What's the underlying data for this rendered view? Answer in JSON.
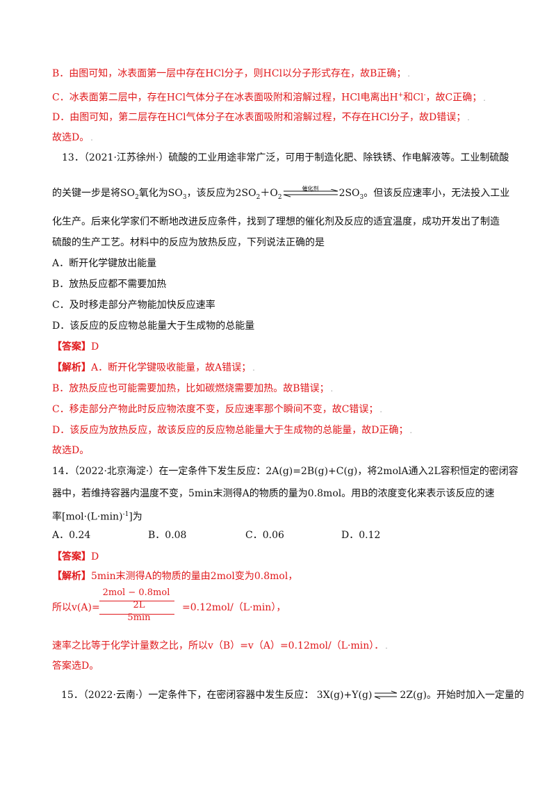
{
  "prev": {
    "b": "B．由图可知，冰表面第一层中存在HCl分子，则HCl以分子形式存在，故B正确；",
    "c_pre": "C．冰表面第二层中，存在HCl气体分子在冰表面吸附和溶解过程，HCl电离出H",
    "c_sup1": "+",
    "c_mid": "和Cl",
    "c_sup2": "-",
    "c_post": "，故C正确；",
    "d": "D．由图可知，第二层存在HCl气体分子在冰表面吸附和溶解过程，不存在HCl分子，故D错误；",
    "conclusion": "故选D。"
  },
  "q13": {
    "line1": "13．（2021·江苏徐州·）硫酸的工业用途非常广泛，可用于制造化肥、除铁锈、作电解液等。工业制硫酸",
    "line2_pre": "的关键一步是将SO",
    "line2_a": "氧化为SO",
    "line2_b": "，该反应为2SO",
    "line2_c": "＋O",
    "catalyst": "催化剂",
    "line2_d": "2SO",
    "line2_e": "。但该反应速率小，无法投入工业",
    "line3": "化生产。后来化学家们不断地改进反应条件，找到了理想的催化剂及反应的适宜温度，成功开发出了制造",
    "line4": "硫酸的生产工艺。材料中的反应为放热反应，下列说法正确的是",
    "optA": "A．断开化学键放出能量",
    "optB": "B．放热反应都不需要加热",
    "optC": "C．及时移走部分产物能加快反应速率",
    "optD": "D．该反应的反应物总能量大于生成物的总能量",
    "answer_tag": "【答案】",
    "answer": "D",
    "analysis_tag": "【解析】",
    "a1": "A．断开化学键吸收能量，故A错误；",
    "a2": "B．放热反应也可能需要加热，比如碳燃烧需要加热。故B错误；",
    "a3": "C．移走部分产物此时反应物浓度不变，反应速率那个瞬间不变，故C错误；",
    "a4": "D．该反应为放热反应，故该反应的反应物总能量大于生成物的总能量，故D正确；",
    "conclusion": "故选D。"
  },
  "q14": {
    "line1": "14．（2022·北京海淀·）在一定条件下发生反应：2A(g)=2B(g)+C(g)，将2molA通入2L容积恒定的密闭容",
    "line2": "器中，若维持容器内温度不变，5min末测得A的物质的量为0.8mol。用B的浓度变化来表示该反应的速",
    "line3_pre": "率[mol·(L·min)",
    "line3_sup": "-1",
    "line3_post": "]为",
    "optA": "A．0.24",
    "optB": "B．0.08",
    "optC": "C．0.06",
    "optD": "D．0.12",
    "answer_tag": "【答案】",
    "answer": "D",
    "analysis_tag": "【解析】",
    "a1": "5min末测得A的物质的量由2mol变为0.8mol，",
    "calc_label": "所以v(A)=",
    "calc_num": "2mol − 0.8mol",
    "calc_den1": "2L",
    "calc_den2": "5min",
    "calc_result": "=0.12mol/（L·min），",
    "a2": "速率之比等于化学计量数之比，所以v（B）=v（A）=0.12mol/（L·min）．",
    "conclusion": "答案选D。"
  },
  "q15": {
    "pre": "15．（2022·云南·）一定条件下，在密闭容器中发生反应：  3X(g)+Y(g)",
    "post": "2Z(g)。开始时加入一定量的"
  },
  "colors": {
    "answer_red": "#e0181b",
    "text": "#111111"
  },
  "icons": [
    "para-mark-icon"
  ]
}
